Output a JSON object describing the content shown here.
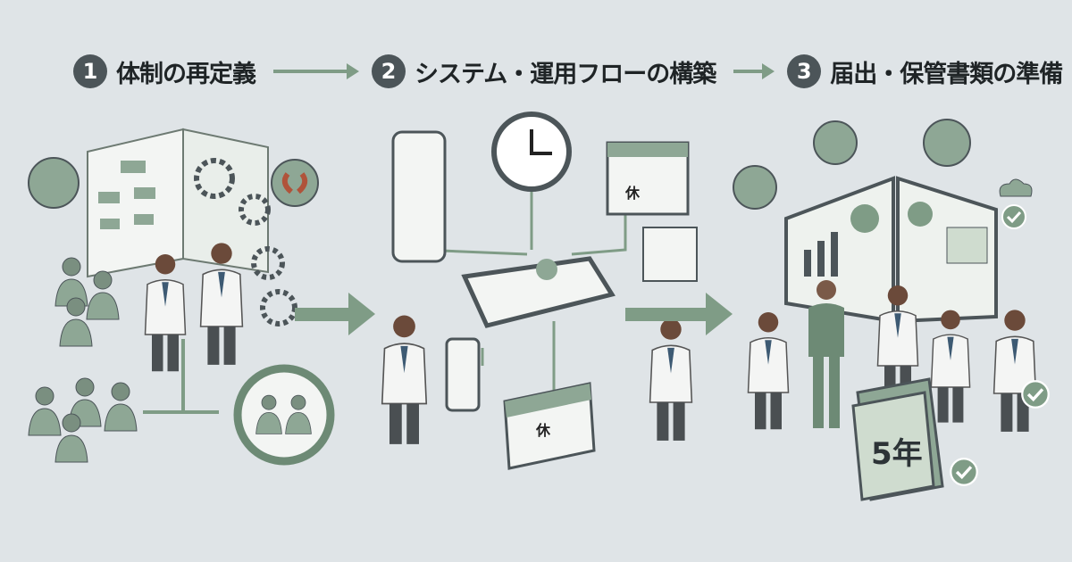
{
  "steps": [
    {
      "number": "1",
      "label": "体制の再定義"
    },
    {
      "number": "2",
      "label": "システム・運用フローの構築"
    },
    {
      "number": "3",
      "label": "届出・保管書類の準備"
    }
  ],
  "calendar": {
    "day_off_label": "休"
  },
  "folder": {
    "retention_label": "5年"
  },
  "colors": {
    "accent": "#7f9c86",
    "dark": "#4c5559",
    "background": "#dfe4e7"
  }
}
